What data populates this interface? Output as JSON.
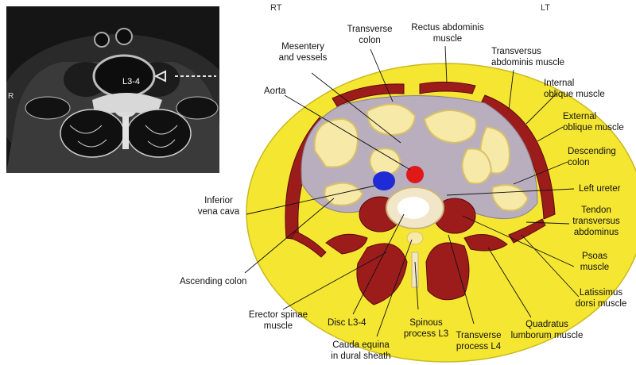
{
  "mri": {
    "vertebra_tag": "L3-4",
    "side_marker": "R"
  },
  "orientation": {
    "right": "RT",
    "left": "LT"
  },
  "labels": {
    "transverse_colon": "Transverse\ncolon",
    "rectus_abdominis": "Rectus abdominis\nmuscle",
    "mesentery": "Mesentery\nand vessels",
    "transversus_abdominis": "Transversus\nabdominis muscle",
    "aorta": "Aorta",
    "internal_oblique": "Internal\noblique muscle",
    "external_oblique": "External\noblique muscle",
    "descending_colon": "Descending\ncolon",
    "left_ureter": "Left ureter",
    "tendon_transversus": "Tendon\ntransversus\nabdominus",
    "inferior_vena_cava": "Inferior\nvena cava",
    "ascending_colon": "Ascending colon",
    "psoas": "Psoas\nmuscle",
    "latissimus": "Latissimus\ndorsi muscle",
    "erector_spinae": "Erector spinae\nmuscle",
    "quadratus": "Quadratus\nlumborum muscle",
    "disc": "Disc L3-4",
    "spinous": "Spinous\nprocess L3",
    "cauda_equina": "Cauda equina\nin dural sheath",
    "transverse_process": "Transverse\nprocess L4"
  },
  "colors": {
    "fat": "#f5e632",
    "muscle": "#9c1c1c",
    "muscle_dark": "#6b0e0e",
    "peritoneum": "#b8aebd",
    "bowel": "#f7e9a8",
    "bowel_edge": "#d9c16a",
    "aorta": "#e01818",
    "ivc": "#1f2bd6",
    "bone": "#f2e6c8",
    "mri_bg": "#1a1a1a"
  }
}
